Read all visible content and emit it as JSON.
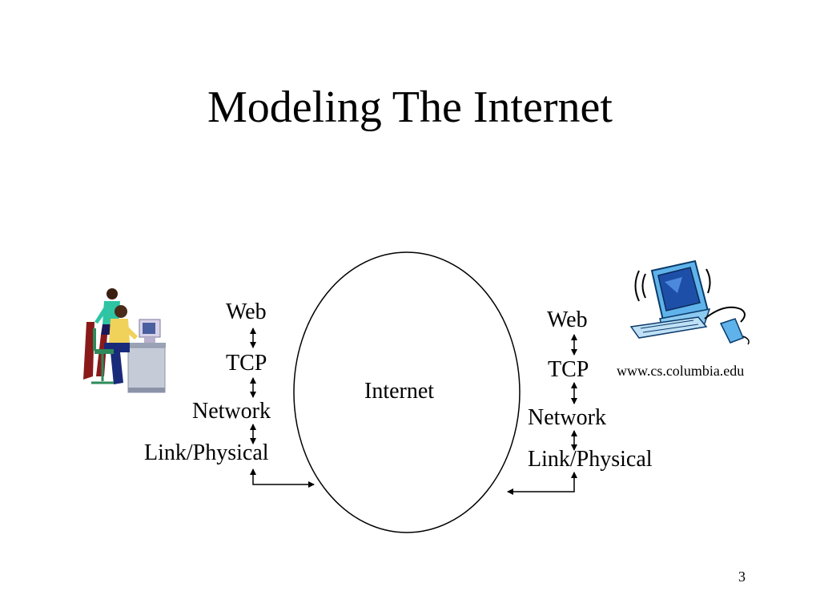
{
  "slide": {
    "title": "Modeling The Internet",
    "page_number": "3"
  },
  "cloud": {
    "label": "Internet"
  },
  "left_stack": {
    "layers": [
      "Web",
      "TCP",
      "Network",
      "Link/Physical"
    ]
  },
  "right_stack": {
    "layers": [
      "Web",
      "TCP",
      "Network",
      "Link/Physical"
    ],
    "host_label": "www.cs.columbia.edu"
  },
  "clipart": {
    "left": "people-at-computer-icon",
    "right": "desktop-computer-icon"
  }
}
